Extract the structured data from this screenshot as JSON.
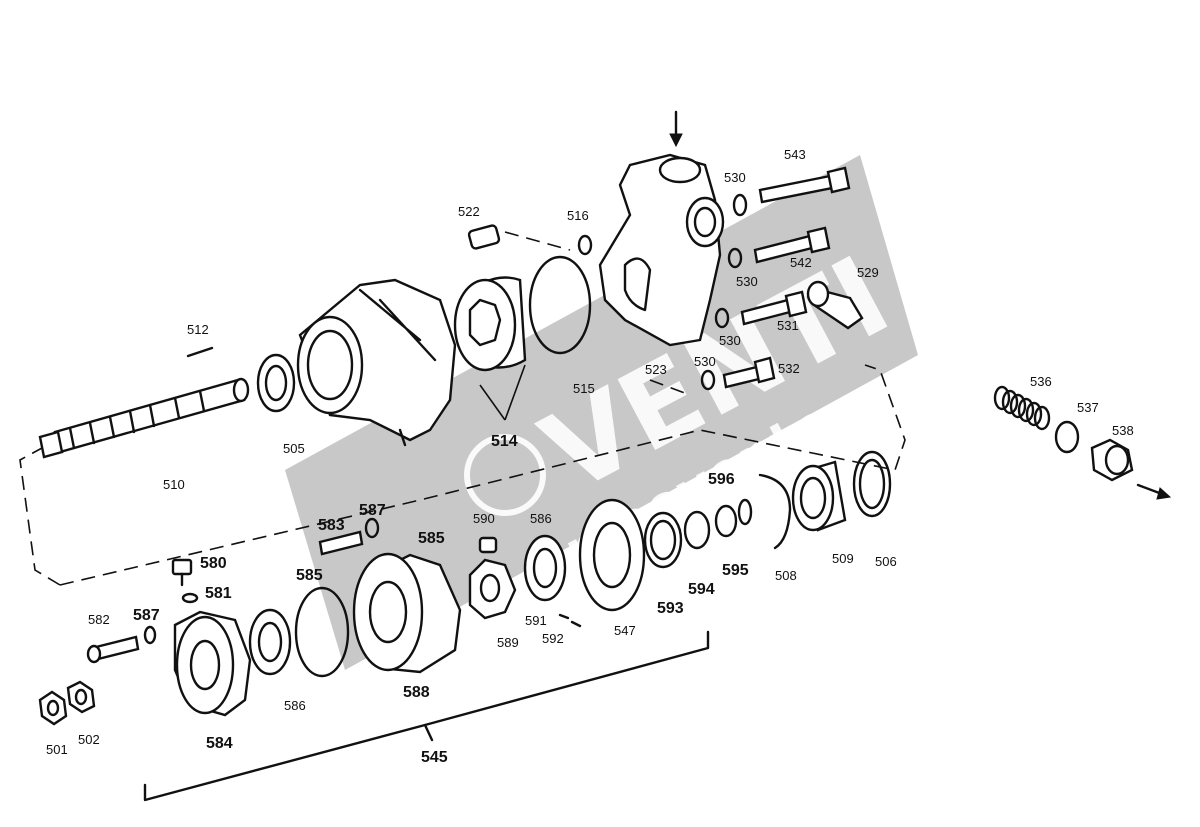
{
  "diagram": {
    "labels": {
      "l501": "501",
      "l502": "502",
      "l505": "505",
      "l506": "506",
      "l508": "508",
      "l509": "509",
      "l510": "510",
      "l512": "512",
      "l514": "514",
      "l515": "515",
      "l516": "516",
      "l522": "522",
      "l523": "523",
      "l529": "529",
      "l530a": "530",
      "l530b": "530",
      "l530c": "530",
      "l530d": "530",
      "l531": "531",
      "l532": "532",
      "l536": "536",
      "l537": "537",
      "l538": "538",
      "l542": "542",
      "l543": "543",
      "l545": "545",
      "l547": "547",
      "l580": "580",
      "l581": "581",
      "l582": "582",
      "l583": "583",
      "l584": "584",
      "l585a": "585",
      "l585b": "585",
      "l586a": "586",
      "l586b": "586",
      "l587a": "587",
      "l587b": "587",
      "l588": "588",
      "l589": "589",
      "l590": "590",
      "l591": "591",
      "l592": "592",
      "l593": "593",
      "l594": "594",
      "l595": "595",
      "l596": "596"
    },
    "watermark": {
      "brand": "VENTI",
      "url": "moovente.ru",
      "color": "#9a9a9a"
    }
  }
}
